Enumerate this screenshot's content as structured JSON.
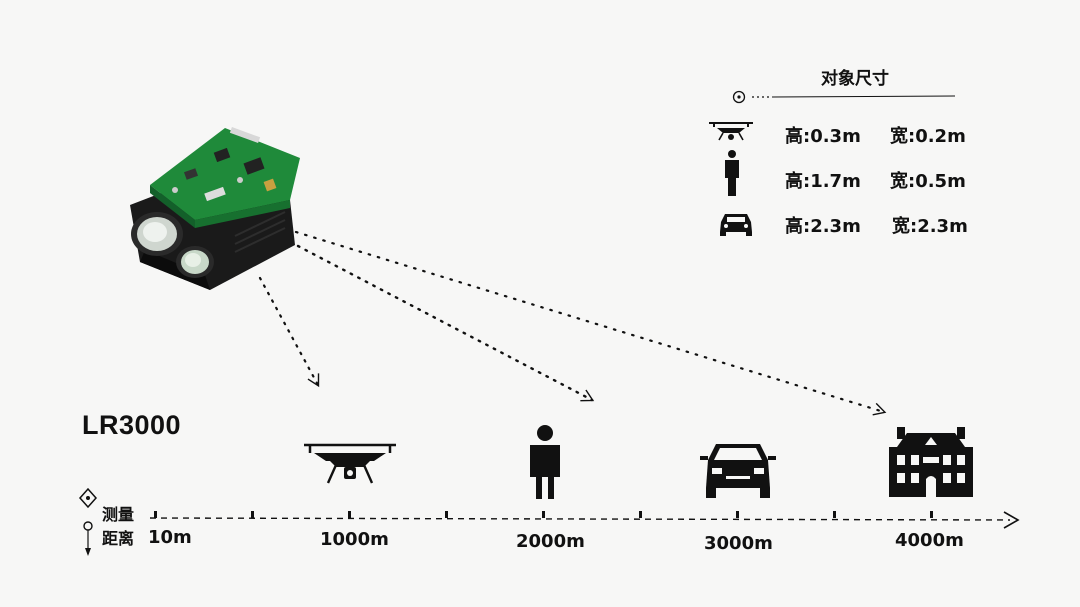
{
  "legend": {
    "title": "对象尺寸",
    "items": [
      {
        "icon": "drone-icon",
        "height": "高:0.3m",
        "width": "宽:0.2m"
      },
      {
        "icon": "person-icon",
        "height": "高:1.7m",
        "width": "宽:0.5m"
      },
      {
        "icon": "car-icon",
        "height": "高:2.3m",
        "width": "宽:2.3m"
      }
    ]
  },
  "device": {
    "model": "LR3000",
    "icon": "laser-rangefinder-module"
  },
  "axis": {
    "title_line1": "测量",
    "title_line2": "距离",
    "labels": [
      {
        "text": "10m",
        "target_icon": null
      },
      {
        "text": "1000m",
        "target_icon": "drone-icon"
      },
      {
        "text": "2000m",
        "target_icon": "person-icon"
      },
      {
        "text": "3000m",
        "target_icon": "car-icon"
      },
      {
        "text": "4000m",
        "target_icon": "building-icon"
      }
    ]
  },
  "colors": {
    "background": "#f7f7f6",
    "ink": "#111111",
    "pcb_green": "#1f8a3a",
    "housing": "#1a1a1a"
  }
}
